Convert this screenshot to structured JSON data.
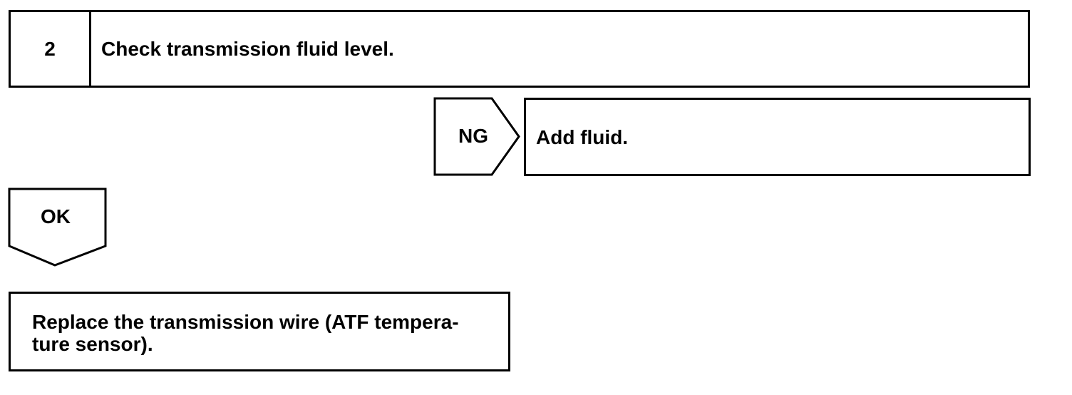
{
  "step": {
    "number": "2",
    "title": "Check transmission fluid level."
  },
  "branch_ng": {
    "label": "NG",
    "action": "Add fluid."
  },
  "branch_ok": {
    "label": "OK"
  },
  "final_action": {
    "text_line1": "Replace the transmission wire (ATF tempera-",
    "text_line2": "ture sensor)."
  }
}
